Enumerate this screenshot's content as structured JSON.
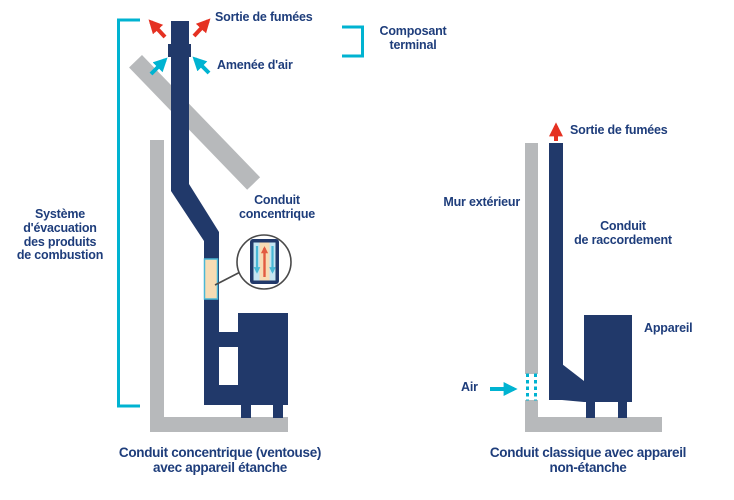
{
  "title": "Flue systems diagram",
  "colors": {
    "navy_shape": "#21396a",
    "navy_text": "#1e3d7b",
    "teal": "#00b3d1",
    "red": "#e53122",
    "gray": "#b7b9bb",
    "peach": "#f7dcb4",
    "pale_blue": "#c5e5f2",
    "inset_red": "#e25b41"
  },
  "left_diagram": {
    "labels": {
      "smoke_outlet": "Sortie de fumées",
      "air_intake": "Amenée d'air",
      "terminal_component": "Composant\nterminal",
      "evacuation_system": "Système\nd'évacuation\ndes produits\nde combustion",
      "concentric_duct": "Conduit\nconcentrique"
    },
    "caption": "Conduit concentrique (ventouse)\navec appareil étanche"
  },
  "right_diagram": {
    "labels": {
      "smoke_outlet": "Sortie de fumées",
      "exterior_wall": "Mur extérieur",
      "connection_duct": "Conduit\nde raccordement",
      "appliance": "Appareil",
      "air": "Air"
    },
    "caption": "Conduit classique avec appareil\nnon-étanche"
  }
}
